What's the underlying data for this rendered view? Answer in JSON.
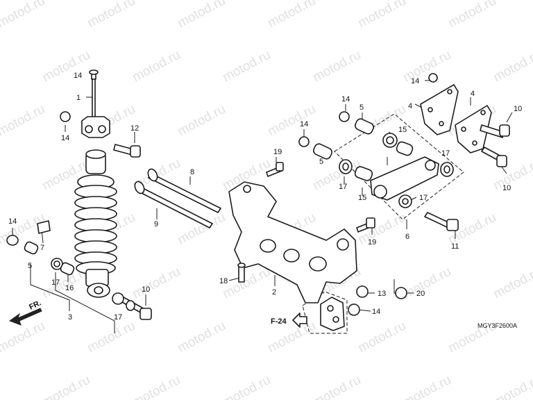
{
  "diagram": {
    "code": "MGY3F2600A",
    "forward_label": "FR.",
    "reference_label": "F-24",
    "watermark_text": "motod.ru",
    "labels": [
      {
        "id": "l1",
        "text": "14"
      },
      {
        "id": "l2",
        "text": "1"
      },
      {
        "id": "l3",
        "text": "14"
      },
      {
        "id": "l4",
        "text": "12"
      },
      {
        "id": "l5",
        "text": "8"
      },
      {
        "id": "l6",
        "text": "9"
      },
      {
        "id": "l7",
        "text": "14"
      },
      {
        "id": "l8",
        "text": "7"
      },
      {
        "id": "l9",
        "text": "5"
      },
      {
        "id": "l10",
        "text": "17"
      },
      {
        "id": "l11",
        "text": "16"
      },
      {
        "id": "l12",
        "text": "3"
      },
      {
        "id": "l13",
        "text": "17"
      },
      {
        "id": "l14",
        "text": "10"
      },
      {
        "id": "l15",
        "text": "19"
      },
      {
        "id": "l16",
        "text": "14"
      },
      {
        "id": "l17",
        "text": "5"
      },
      {
        "id": "l18",
        "text": "14"
      },
      {
        "id": "l19",
        "text": "5"
      },
      {
        "id": "l20",
        "text": "15"
      },
      {
        "id": "l21",
        "text": "17"
      },
      {
        "id": "l22",
        "text": "17"
      },
      {
        "id": "l23",
        "text": "15"
      },
      {
        "id": "l24",
        "text": "17"
      },
      {
        "id": "l25",
        "text": "6"
      },
      {
        "id": "l26",
        "text": "14"
      },
      {
        "id": "l27",
        "text": "4"
      },
      {
        "id": "l28",
        "text": "4"
      },
      {
        "id": "l29",
        "text": "10"
      },
      {
        "id": "l30",
        "text": "10"
      },
      {
        "id": "l31",
        "text": "11"
      },
      {
        "id": "l32",
        "text": "19"
      },
      {
        "id": "l33",
        "text": "18"
      },
      {
        "id": "l34",
        "text": "2"
      },
      {
        "id": "l35",
        "text": "13"
      },
      {
        "id": "l36",
        "text": "20"
      },
      {
        "id": "l37",
        "text": "14"
      }
    ]
  }
}
